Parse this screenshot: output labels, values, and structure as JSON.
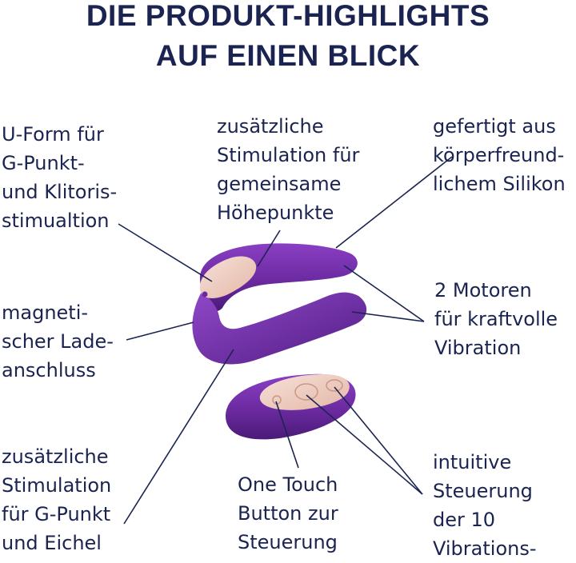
{
  "title": {
    "line1": "DIE PRODUKT-HIGHLIGHTS",
    "line2": "AUF EINEN BLICK"
  },
  "features": {
    "uform": [
      "U-Form für",
      "G-Punkt-",
      "und Klitoris-",
      "stimualtion"
    ],
    "extra_stimulation_1": [
      "zusätzliche",
      "Stimulation für",
      "gemeinsame",
      "Höhepunkte"
    ],
    "silicone": [
      "gefertigt aus",
      "körperfreund-",
      "lichem Silikon"
    ],
    "charging": [
      "magneti-",
      "scher Lade-",
      "anschluss"
    ],
    "motors": [
      "2 Motoren",
      "für kraftvolle",
      "Vibration"
    ],
    "extra_stimulation_2": [
      "zusätzliche",
      "Stimulation",
      "für G-Punkt",
      "und Eichel"
    ],
    "one_touch": [
      "One Touch",
      "Button zur",
      "Steuerung"
    ],
    "controls": [
      "intuitive",
      "Steuerung",
      "der 10",
      "Vibrations-"
    ]
  },
  "colors": {
    "text": "#1b2451",
    "device_purple": "#6b2aa0",
    "device_dark": "#4a1a78",
    "pad_pink": "#f2d3c8"
  }
}
